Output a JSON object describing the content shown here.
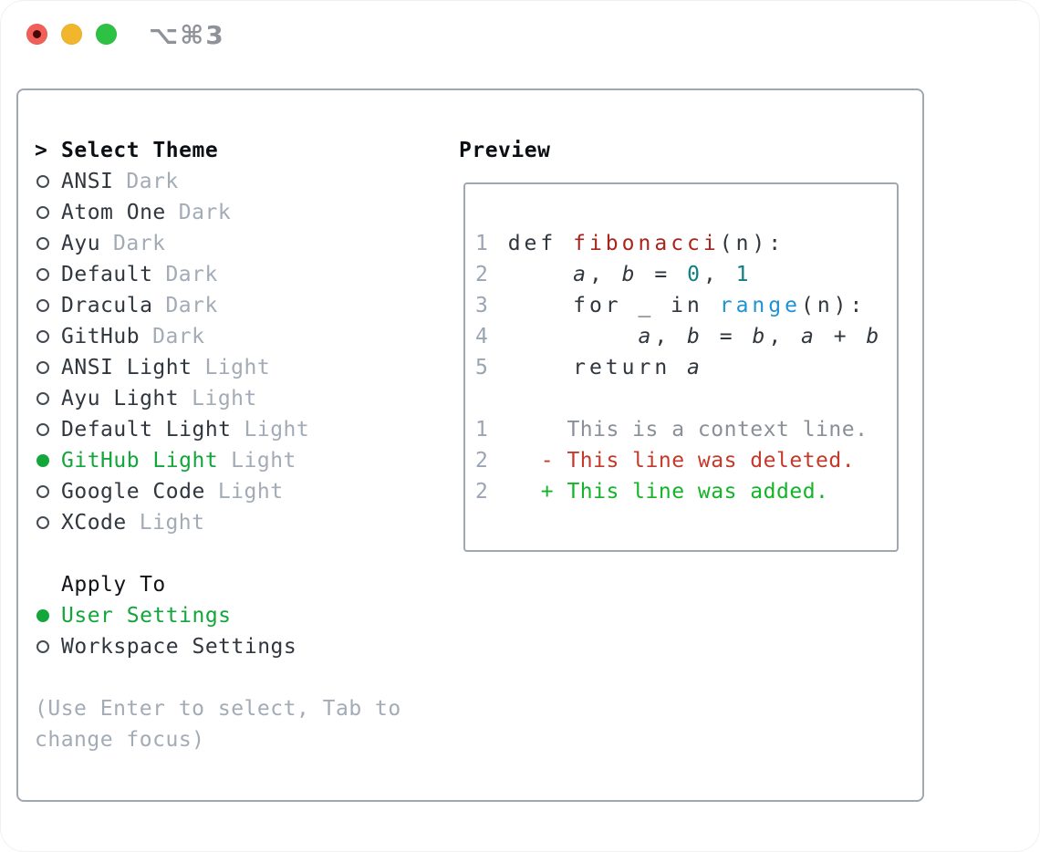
{
  "chrome": {
    "shortcut": "⌥⌘3"
  },
  "theme_selector": {
    "prompt": ">",
    "title": "Select Theme",
    "items": [
      {
        "name": "ANSI",
        "variant": "Dark",
        "selected": false
      },
      {
        "name": "Atom One",
        "variant": "Dark",
        "selected": false
      },
      {
        "name": "Ayu",
        "variant": "Dark",
        "selected": false
      },
      {
        "name": "Default",
        "variant": "Dark",
        "selected": false
      },
      {
        "name": "Dracula",
        "variant": "Dark",
        "selected": false
      },
      {
        "name": "GitHub",
        "variant": "Dark",
        "selected": false
      },
      {
        "name": "ANSI Light",
        "variant": "Light",
        "selected": false
      },
      {
        "name": "Ayu Light",
        "variant": "Light",
        "selected": false
      },
      {
        "name": "Default Light",
        "variant": "Light",
        "selected": false
      },
      {
        "name": "GitHub Light",
        "variant": "Light",
        "selected": true
      },
      {
        "name": "Google Code",
        "variant": "Light",
        "selected": false
      },
      {
        "name": "XCode",
        "variant": "Light",
        "selected": false
      }
    ]
  },
  "apply_to": {
    "title": "Apply To",
    "options": [
      {
        "label": "User Settings",
        "selected": true
      },
      {
        "label": "Workspace Settings",
        "selected": false
      }
    ]
  },
  "help_line1": "(Use Enter to select, Tab to",
  "help_line2": "change focus)",
  "preview": {
    "title": "Preview",
    "lines": [
      {
        "section": "code",
        "segs": [
          [
            "ln",
            "1"
          ],
          [
            "pl",
            " def "
          ],
          [
            "fn",
            "fibonacci"
          ],
          [
            "pl",
            "(n):"
          ]
        ]
      },
      {
        "section": "code",
        "segs": [
          [
            "ln",
            "2"
          ],
          [
            "pl",
            "     "
          ],
          [
            "vr",
            "a"
          ],
          [
            "pl",
            ", "
          ],
          [
            "vr",
            "b"
          ],
          [
            "pl",
            " = "
          ],
          [
            "nm",
            "0"
          ],
          [
            "pl",
            ", "
          ],
          [
            "nm",
            "1"
          ]
        ]
      },
      {
        "section": "code",
        "segs": [
          [
            "ln",
            "3"
          ],
          [
            "pl",
            "     for _ in "
          ],
          [
            "bi",
            "range"
          ],
          [
            "pl",
            "(n):"
          ]
        ]
      },
      {
        "section": "code",
        "segs": [
          [
            "ln",
            "4"
          ],
          [
            "pl",
            "         "
          ],
          [
            "vr",
            "a"
          ],
          [
            "pl",
            ", "
          ],
          [
            "vr",
            "b"
          ],
          [
            "pl",
            " = "
          ],
          [
            "vr",
            "b"
          ],
          [
            "pl",
            ", "
          ],
          [
            "vr",
            "a"
          ],
          [
            "pl",
            " + "
          ],
          [
            "vr",
            "b"
          ]
        ]
      },
      {
        "section": "code",
        "segs": [
          [
            "ln",
            "5"
          ],
          [
            "pl",
            "     return "
          ],
          [
            "vr",
            "a"
          ]
        ]
      },
      {
        "section": "code",
        "segs": []
      },
      {
        "section": "diff",
        "segs": [
          [
            "ln",
            "1"
          ],
          [
            "cx",
            "      This is a context line."
          ]
        ]
      },
      {
        "section": "diff",
        "segs": [
          [
            "ln",
            "2"
          ],
          [
            "dl",
            "    - This line was deleted."
          ]
        ]
      },
      {
        "section": "diff",
        "segs": [
          [
            "ln",
            "2"
          ],
          [
            "ad",
            "    + This line was added."
          ]
        ]
      }
    ]
  },
  "colors": {
    "accent_green": "#12a63b",
    "muted_gray": "#a2abb6",
    "panel_border": "#9fa7b1",
    "function_red": "#a8241c",
    "number_teal": "#0e7f85",
    "builtin_blue": "#1f93d2",
    "diff_deleted": "#c5392b",
    "diff_added": "#13b428",
    "traffic_red": "#f25f58",
    "traffic_yellow": "#f2b62c",
    "traffic_green": "#2ec245"
  }
}
